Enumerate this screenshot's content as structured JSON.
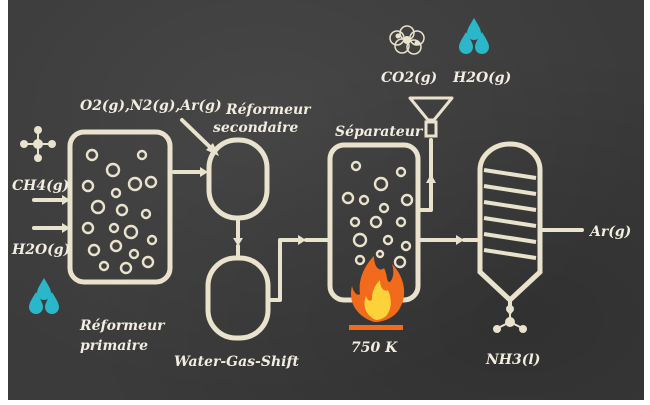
{
  "labels": {
    "inlet_gases": "O2(g),N2(g),Ar(g)",
    "ch4": "CH4(g)",
    "h2o_in": "H2O(g)",
    "reformer_secondary_1": "Réformeur",
    "reformer_secondary_2": "secondaire",
    "separator": "Séparateur",
    "co2_out": "CO2(g)",
    "h2o_out": "H2O(g)",
    "argon_out": "Ar(g)",
    "reformer_primary_1": "Réformeur",
    "reformer_primary_2": "primaire",
    "water_gas_shift": "Water-Gas-Shift",
    "temperature": "750 K",
    "ammonia_out": "NH3(l)"
  },
  "icons": {
    "methane": "methane-molecule-icon",
    "water_drops_in": "water-drops-icon",
    "water_drops_out": "water-drops-icon",
    "co2": "co2-molecule-icon",
    "ammonia": "ammonia-molecule-icon",
    "flame": "flame-icon"
  },
  "colors": {
    "background": "#3b3b3b",
    "line": "#e9e2cc",
    "water": "#2ab7c9",
    "flame_outer": "#f26a1b",
    "flame_inner": "#fbd23a",
    "burner": "#f26a1b"
  }
}
